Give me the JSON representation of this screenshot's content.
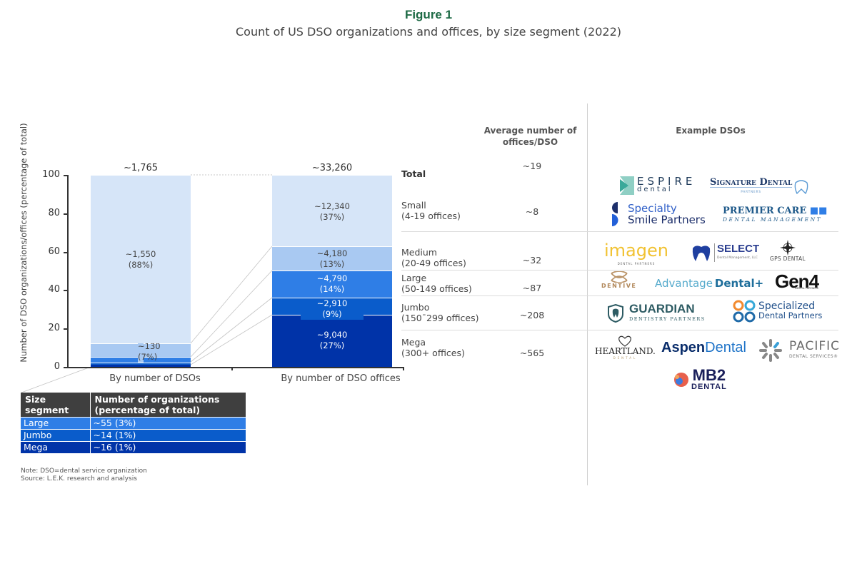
{
  "figure": {
    "number": "Figure 1",
    "title": "Count of US DSO organizations and offices, by size segment (2022)"
  },
  "colors": {
    "small": "#d6e5f8",
    "medium": "#a9c9f2",
    "large": "#2f7ee6",
    "jumbo": "#0a5ccb",
    "mega": "#0033a8",
    "title_green": "#1d6a45",
    "table_header": "#3f3f3f"
  },
  "chart_data": {
    "type": "bar",
    "stacked": true,
    "title": "Count of US DSO organizations and offices, by size segment (2022)",
    "xlabel": "",
    "ylabel": "Number of DSO organizations/offices (percentage of total)",
    "ylim": [
      0,
      100
    ],
    "yticks": [
      "0",
      "20",
      "40",
      "60",
      "80",
      "100"
    ],
    "categories": [
      "By number of DSOs",
      "By number of DSO offices"
    ],
    "totals": [
      "~1,765",
      "~33,260"
    ],
    "series": [
      {
        "name": "Mega (300+ offices)",
        "values": [
          1,
          27
        ],
        "labels": [
          "",
          "~9,040 (27%)"
        ],
        "counts": [
          16,
          9040
        ]
      },
      {
        "name": "Jumbo (150-299 offices)",
        "values": [
          1,
          9
        ],
        "labels": [
          "",
          "~2,910 (9%)"
        ],
        "counts": [
          14,
          2910
        ]
      },
      {
        "name": "Large (50-149 offices)",
        "values": [
          3,
          14
        ],
        "labels": [
          "",
          "~4,790 (14%)"
        ],
        "counts": [
          55,
          4790
        ]
      },
      {
        "name": "Medium (20-49 offices)",
        "values": [
          7,
          13
        ],
        "labels": [
          "~130 (7%)",
          "~4,180 (13%)"
        ],
        "counts": [
          130,
          4180
        ]
      },
      {
        "name": "Small (4-19 offices)",
        "values": [
          88,
          37
        ],
        "labels": [
          "~1,550 (88%)",
          "~12,340 (37%)"
        ],
        "counts": [
          1550,
          12340
        ]
      }
    ],
    "legend_position": "right (segment labels)"
  },
  "axis": {
    "ylabel": "Number of DSO organizations/offices (percentage of total)",
    "yticks": [
      "0",
      "20",
      "40",
      "60",
      "80",
      "100"
    ]
  },
  "bars": [
    {
      "category": "By number of DSOs",
      "total": "~1,765",
      "segments": {
        "small": {
          "value": "~1,550",
          "pct": "(88%)"
        },
        "medium": {
          "value": "~130",
          "pct": "(7%)"
        }
      }
    },
    {
      "category": "By number of DSO offices",
      "total": "~33,260",
      "segments": {
        "small": {
          "value": "~12,340",
          "pct": "(37%)"
        },
        "medium": {
          "value": "~4,180",
          "pct": "(13%)"
        },
        "large": {
          "value": "~4,790",
          "pct": "(14%)"
        },
        "jumbo": {
          "value": "~2,910",
          "pct": "(9%)"
        },
        "mega": {
          "value": "~9,040",
          "pct": "(27%)"
        }
      }
    }
  ],
  "segments_table": {
    "header_avg_line1": "Average number of",
    "header_avg_line2": "offices/DSO",
    "rows": [
      {
        "name": "Total",
        "range": "",
        "avg": "~19"
      },
      {
        "name": "Small",
        "range": "(4-19 offices)",
        "avg": "~8"
      },
      {
        "name": "Medium",
        "range": "(20-49 offices)",
        "avg": "~32"
      },
      {
        "name": "Large",
        "range": "(50-149 offices)",
        "avg": "~87"
      },
      {
        "name": "Jumbo",
        "range": "(150ˉ299 offices)",
        "avg": "~208"
      },
      {
        "name": "Mega",
        "range": "(300+ offices)",
        "avg": "~565"
      }
    ]
  },
  "examples": {
    "header": "Example DSOs",
    "logos": {
      "espire": {
        "main": "ESPIRE",
        "sub": "dental"
      },
      "signature": {
        "main": "Signature Dental",
        "sub": "PARTNERS"
      },
      "specialty": {
        "line1": "Specialty",
        "line2": "Smile Partners"
      },
      "premier": {
        "main": "PREMIER CARE",
        "sub": "DENTAL MANAGEMENT"
      },
      "imagen": {
        "main": "imagen",
        "sub": "DENTAL PARTNERS"
      },
      "select": {
        "main": "SELECT",
        "sub": "Dental Management, LLC"
      },
      "gps": {
        "main": "GPS DENTAL"
      },
      "dentive": {
        "main": "DENTIVE"
      },
      "advantage": {
        "main1": "Advantage",
        "main2": "Dental+"
      },
      "gen4": {
        "main": "Gen4",
        "sub": "DENTAL PARTNERS"
      },
      "guardian": {
        "main": "GUARDIAN",
        "sub": "DENTISTRY PARTNERS"
      },
      "specialized": {
        "line1": "Specialized",
        "line2": "Dental Partners"
      },
      "heartland": {
        "main": "HEARTLAND.",
        "sub": "DENTAL"
      },
      "aspen": {
        "main1": "Aspen",
        "main2": "Dental"
      },
      "pacific": {
        "main": "PACIFIC",
        "sub": "DENTAL SERVICES®"
      },
      "mb2": {
        "main": "MB2",
        "sub": "DENTAL"
      }
    }
  },
  "mini_table": {
    "headers": [
      "Size segment",
      "Number of organizations (percentage of total)"
    ],
    "header_line1": "Number of organizations",
    "header_line2": "(percentage of total)",
    "rows": [
      {
        "segment": "Large",
        "value": "~55 (3%)",
        "color": "#2f7ee6"
      },
      {
        "segment": "Jumbo",
        "value": "~14 (1%)",
        "color": "#0a5ccb"
      },
      {
        "segment": "Mega",
        "value": "~16 (1%)",
        "color": "#0033a8"
      }
    ]
  },
  "footnotes": {
    "note": "Note: DSO=dental service organization",
    "source": "Source: L.E.K. research and analysis"
  }
}
